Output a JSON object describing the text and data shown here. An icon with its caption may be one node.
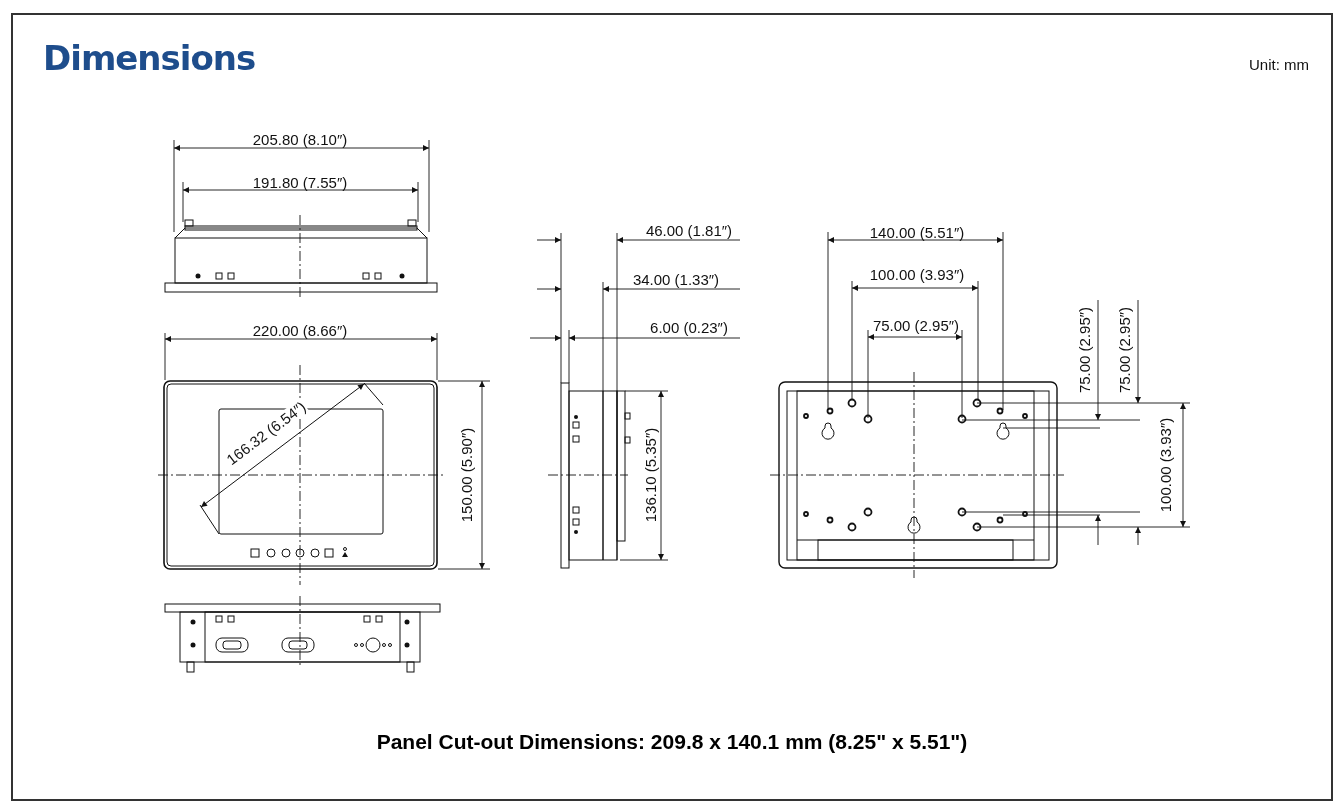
{
  "diagram": {
    "title": "Dimensions",
    "caption": "Panel Cut-out Dimensions: 209.8 x 140.1 mm (8.25\" x 5.51\")",
    "labels": [
      "Unit: mm",
      "205.80 (8.10″)",
      "191.80 (7.55″)",
      "46.00 (1.81″)",
      "140.00 (5.51″)",
      "34.00 (1.33″)",
      "100.00 (3.93″)",
      "75.00 (2.95″)",
      "75.00 (2.95″)",
      "75.00 (2.95″)",
      "220.00 (8.66″)",
      "6.00 (0.23″)",
      "166.32 (6.54″)",
      "150.00 (5.90″)",
      "136.10 (5.35″)",
      "100.00 (3.93″)"
    ]
  }
}
